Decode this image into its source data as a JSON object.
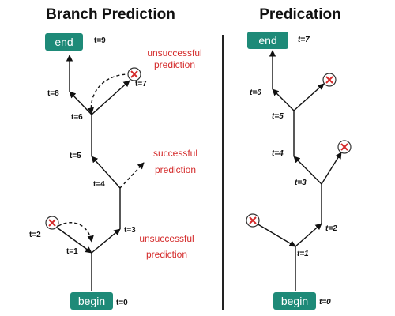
{
  "left": {
    "title": "Branch Prediction",
    "end_label": "end",
    "begin_label": "begin",
    "times": [
      "t=9",
      "t=8",
      "t=7",
      "t=6",
      "t=5",
      "t=4",
      "t=3",
      "t=2",
      "t=1",
      "t=0"
    ],
    "notes": {
      "top_line1": "unsuccessful",
      "top_line2": "prediction",
      "mid_line1": "successful",
      "mid_line2": "prediction",
      "bottom_line1": "unsuccessful",
      "bottom_line2": "prediction"
    }
  },
  "right": {
    "title": "Predication",
    "end_label": "end",
    "begin_label": "begin",
    "times": [
      "t=7",
      "t=6",
      "t=5",
      "t=4",
      "t=3",
      "t=2",
      "t=1",
      "t=0"
    ]
  },
  "colors": {
    "node_fill": "#1e8a78",
    "arrow": "#111111",
    "note_text": "#d42a2a",
    "cancel_mark": "#d42a2a",
    "divider": "#222222"
  }
}
